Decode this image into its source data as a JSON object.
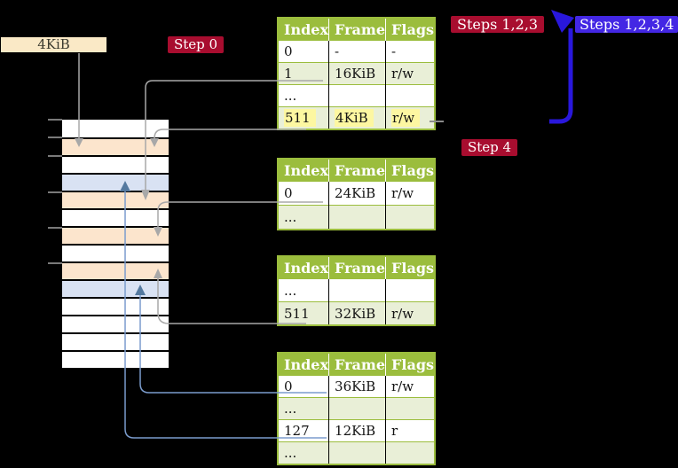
{
  "colors": {
    "bg": "#000000",
    "table-green": "#9bbd3d",
    "row-green": "#e9efd7",
    "highlight-yellow": "#fdf7a1",
    "crimson": "#a80d2f",
    "blue-label": "#4327e4",
    "blue-arrow": "#2917dc",
    "box-beige": "#fae9c6",
    "mem-peach": "#fce5cd",
    "mem-blue": "#d9e2f3",
    "mem-white": "#ffffff",
    "gray-line": "#a8a8a8",
    "blue-line": "#7b9ccd",
    "blue-line-head": "#54799f",
    "tick-gray": "#7a7a7a"
  },
  "labels": {
    "page_size": "4KiB",
    "step0": "Step 0",
    "steps123": "Steps 1,2,3",
    "steps1234": "Steps 1,2,3,4",
    "step4": "Step 4"
  },
  "tables": [
    {
      "id": "level-4-table",
      "headers": [
        "Index",
        "Frame",
        "Flags"
      ],
      "rows": [
        {
          "cells": [
            "0",
            "-",
            "-"
          ]
        },
        {
          "cells": [
            "1",
            "16KiB",
            "r/w"
          ]
        },
        {
          "cells": [
            "...",
            "",
            ""
          ]
        },
        {
          "cells": [
            "511",
            "4KiB",
            "r/w"
          ],
          "highlighted": true
        }
      ]
    },
    {
      "id": "level-3-table",
      "headers": [
        "Index",
        "Frame",
        "Flags"
      ],
      "rows": [
        {
          "cells": [
            "0",
            "24KiB",
            "r/w"
          ]
        },
        {
          "cells": [
            "...",
            "",
            ""
          ]
        }
      ]
    },
    {
      "id": "level-2-table",
      "headers": [
        "Index",
        "Frame",
        "Flags"
      ],
      "rows": [
        {
          "cells": [
            "...",
            "",
            ""
          ]
        },
        {
          "cells": [
            "511",
            "32KiB",
            "r/w"
          ]
        }
      ]
    },
    {
      "id": "level-1-table",
      "headers": [
        "Index",
        "Frame",
        "Flags"
      ],
      "rows": [
        {
          "cells": [
            "0",
            "36KiB",
            "r/w"
          ]
        },
        {
          "cells": [
            "...",
            "",
            ""
          ]
        },
        {
          "cells": [
            "127",
            "12KiB",
            "r"
          ]
        },
        {
          "cells": [
            "...",
            "",
            ""
          ]
        }
      ]
    }
  ],
  "memory": {
    "rows": [
      "white",
      "peach",
      "white",
      "blue",
      "peach",
      "white",
      "peach",
      "white",
      "peach",
      "blue",
      "white",
      "white",
      "white",
      "white"
    ]
  }
}
